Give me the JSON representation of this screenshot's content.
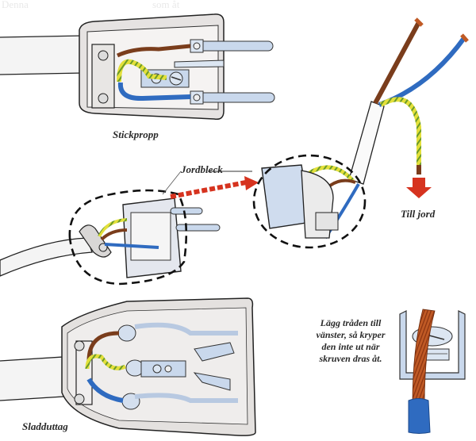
{
  "faded_header": {
    "left": "Denna",
    "right": "som åt"
  },
  "labels": {
    "plug": "Stickpropp",
    "earth_plate": "Jordbleck",
    "to_earth": "Till jord",
    "cord_socket": "Sladduttag"
  },
  "note": {
    "lines": [
      "Lägg tråden till",
      "vänster, så kryper",
      "den inte ut när",
      "skruven dras åt."
    ]
  },
  "colors": {
    "live_wire": "#7a3d1c",
    "neutral_wire": "#2f6bc0",
    "earth_wire_yellow": "#e3e03a",
    "earth_wire_green": "#6a9a2a",
    "metal_part": "#c9d8ec",
    "housing": "#e4e1df",
    "arrow_red": "#d6331f",
    "copper": "#c05a25"
  }
}
